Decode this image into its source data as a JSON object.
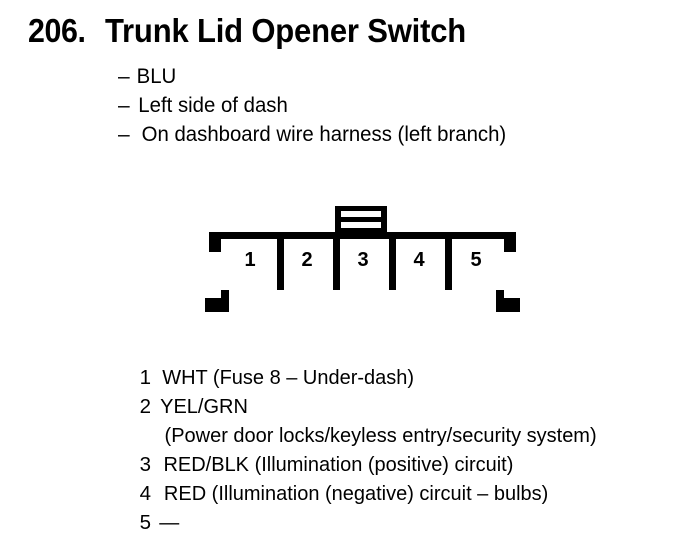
{
  "heading": {
    "number": "206.",
    "title": "Trunk Lid Opener Switch"
  },
  "bullets": [
    {
      "dash": "–",
      "text": "BLU"
    },
    {
      "dash": "–",
      "text": "Left side of dash"
    },
    {
      "dash": "–",
      "text": "On dashboard wire harness (left branch)"
    }
  ],
  "connector": {
    "name": "5-pin connector",
    "pins": [
      "1",
      "2",
      "3",
      "4",
      "5"
    ],
    "stroke_color": "#000000",
    "fill_color": "#ffffff"
  },
  "legend": {
    "rows": [
      {
        "num": "1",
        "text": "WHT (Fuse 8 – Under-dash)",
        "continuation": null
      },
      {
        "num": "2",
        "text": "YEL/GRN",
        "continuation": "(Power door locks/keyless entry/security system)"
      },
      {
        "num": "3",
        "text": "RED/BLK (Illumination (positive) circuit)",
        "continuation": null
      },
      {
        "num": "4",
        "text": "RED (Illumination (negative) circuit – bulbs)",
        "continuation": null
      },
      {
        "num": "5",
        "text": "—",
        "continuation": null
      }
    ]
  }
}
